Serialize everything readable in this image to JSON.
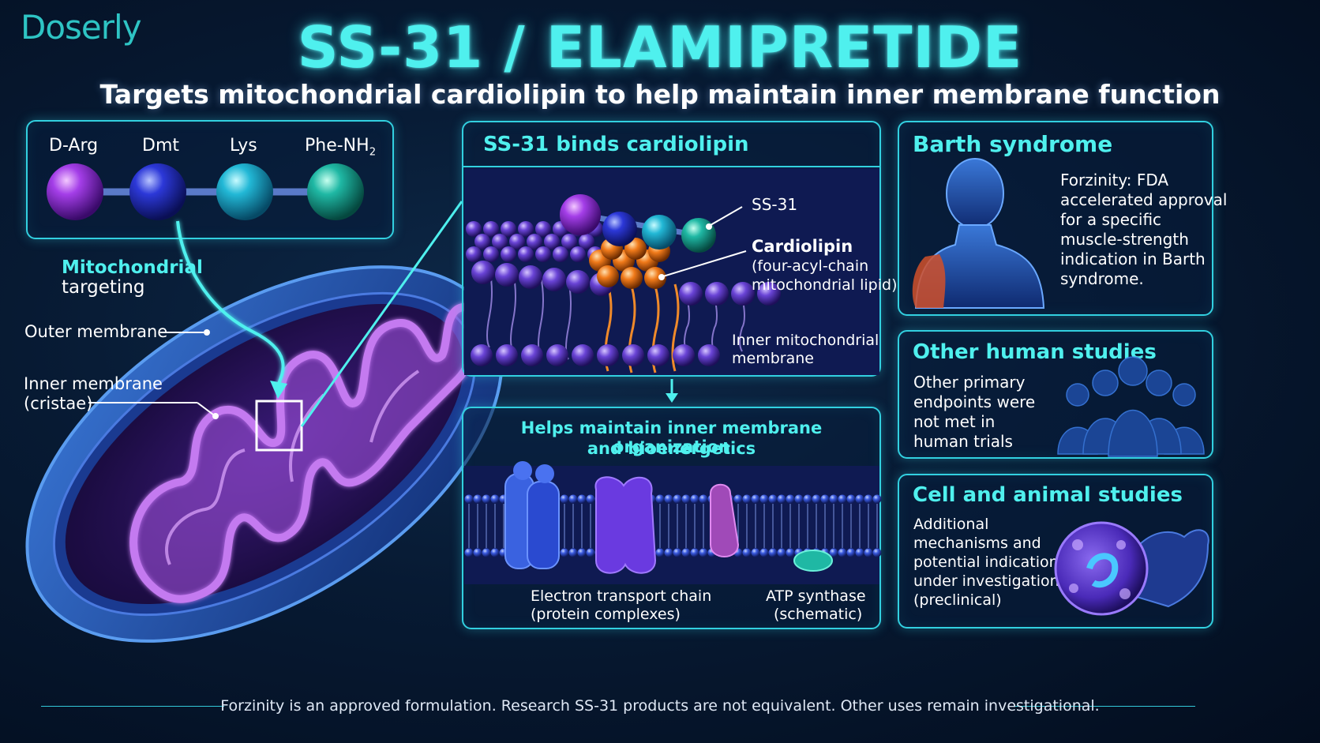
{
  "brand": "Doserly",
  "title": "SS-31 / ELAMIPRETIDE",
  "subtitle": "Targets mitochondrial cardiolipin to help maintain inner membrane function",
  "peptide": {
    "residues": [
      "D-Arg",
      "Dmt",
      "Lys",
      "Phe-NH"
    ],
    "phe_subscript": "2",
    "colors": [
      "#a43ee8",
      "#2c38d8",
      "#22b8d6",
      "#1fb8a4"
    ]
  },
  "mito": {
    "targeting_line1": "Mitochondrial",
    "targeting_line2": "targeting",
    "outer_membrane": "Outer membrane",
    "inner_membrane_line1": "Inner membrane",
    "inner_membrane_line2": "(cristae)"
  },
  "binding_panel": {
    "title": "SS-31 binds cardiolipin",
    "ss31_label": "SS-31",
    "cardiolipin_label": "Cardiolipin",
    "cardiolipin_desc1": "(four-acyl-chain",
    "cardiolipin_desc2": "mitochondrial lipid)",
    "inner_membrane_line1": "Inner mitochondrial",
    "inner_membrane_line2": "membrane"
  },
  "bioenergetics_panel": {
    "title_line1": "Helps maintain inner membrane organization",
    "title_line2": "and bioenergetics",
    "etc_line1": "Electron transport chain",
    "etc_line2": "(protein complexes)",
    "atp_line1": "ATP synthase",
    "atp_line2": "(schematic)"
  },
  "barth_panel": {
    "title": "Barth syndrome",
    "lines": [
      "Forzinity: FDA",
      "accelerated approval",
      "for a specific",
      "muscle-strength",
      "indication in Barth",
      "syndrome."
    ]
  },
  "human_panel": {
    "title": "Other human studies",
    "lines": [
      "Other primary",
      "endpoints were",
      "not met in",
      "human trials"
    ]
  },
  "animal_panel": {
    "title": "Cell and animal studies",
    "lines": [
      "Additional",
      "mechanisms and",
      "potential indications",
      "under investigation",
      "(preclinical)"
    ]
  },
  "footer": "Forzinity is an approved formulation. Research SS-31 products are not equivalent. Other uses remain investigational.",
  "colors": {
    "accent": "#4ff0ee",
    "border": "#32d0e0",
    "cardiolipin": "#f07a1a",
    "lipid": "#7048d8"
  }
}
